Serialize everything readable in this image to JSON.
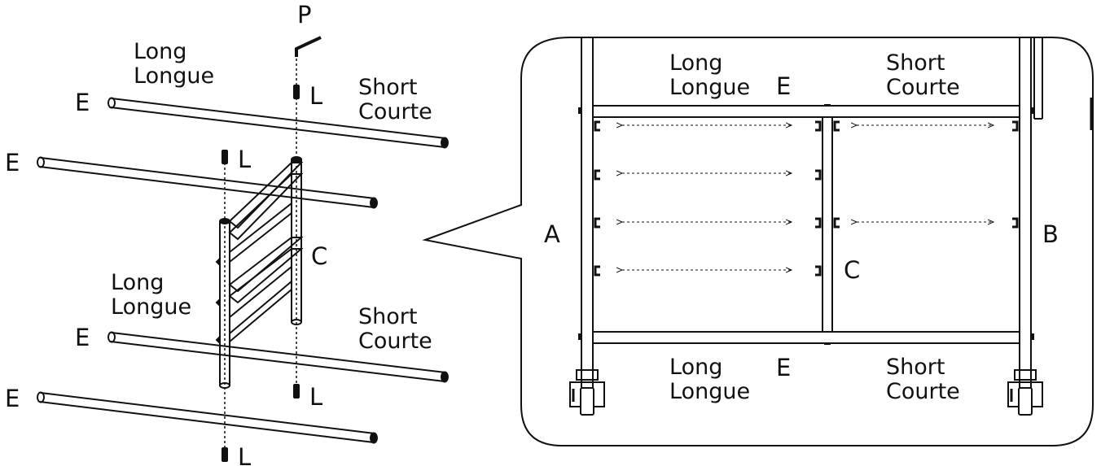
{
  "labels": {
    "P": "P",
    "L": "L",
    "E": "E",
    "A": "A",
    "B": "B",
    "C": "C",
    "long_en": "Long",
    "long_fr": "Longue",
    "short_en": "Short",
    "short_fr": "Courte"
  }
}
